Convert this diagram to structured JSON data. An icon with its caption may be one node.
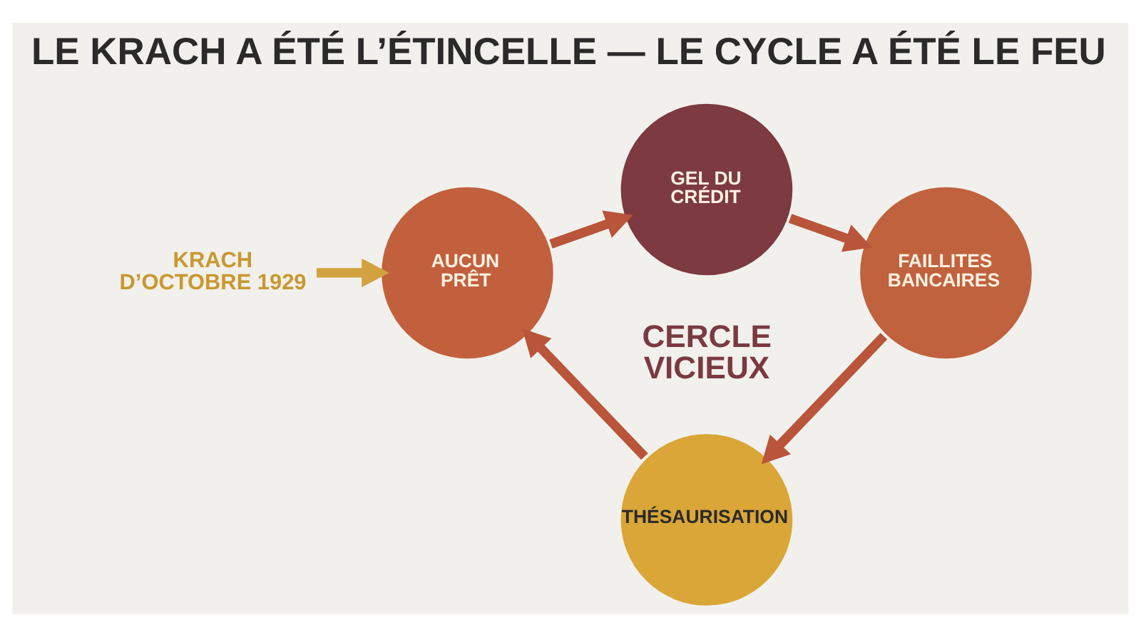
{
  "diagram": {
    "title": "LE KRACH A ÉTÉ L’ÉTINCELLE — LE CYCLE A ÉTÉ LE FEU",
    "nodes": [
      {
        "text": [
          "KRACH D’OCTOBRE 1929"
        ]
      },
      {
        "text": [
          "AUCUN PRÊT"
        ]
      },
      {
        "text": [
          "GEL DU CRÉDIT"
        ]
      },
      {
        "text": [
          "FAILLITES BANCAIRES"
        ]
      },
      {
        "text": [
          "THÉSAURISATION"
        ]
      }
    ],
    "edges": [
      {
        "from": 0,
        "to": 1,
        "arrow": "to",
        "color": "#d1a23f"
      },
      {
        "from": 1,
        "to": 2,
        "arrow": "to"
      },
      {
        "from": 2,
        "to": 3,
        "arrow": "to"
      },
      {
        "from": 3,
        "to": 4,
        "arrow": "to"
      },
      {
        "from": 4,
        "to": 1,
        "arrow": "to"
      }
    ],
    "labels": [
      "CERCLE VICIEUX"
    ]
  }
}
